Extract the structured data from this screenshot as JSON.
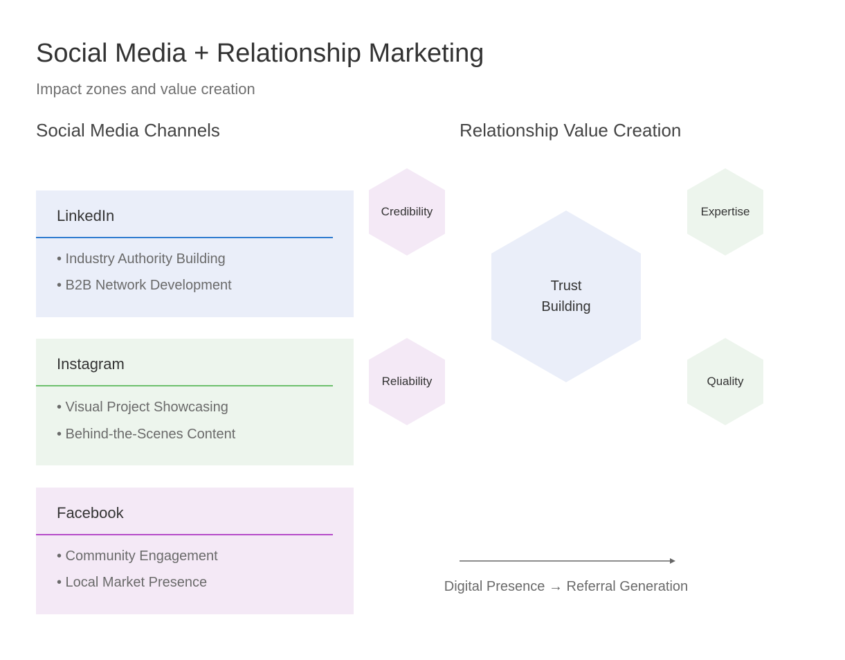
{
  "header": {
    "title": "Social Media + Relationship Marketing",
    "subtitle": "Impact zones and value creation"
  },
  "sections": {
    "channels_heading": "Social Media Channels",
    "value_heading": "Relationship Value Creation"
  },
  "channels": [
    {
      "name": "LinkedIn",
      "bullets": [
        "• Industry Authority Building",
        "• B2B Network Development"
      ],
      "background": "#eaeef9",
      "accent": "#2f7bd0"
    },
    {
      "name": "Instagram",
      "bullets": [
        "• Visual Project Showcasing",
        "• Behind-the-Scenes Content"
      ],
      "background": "#edf5ed",
      "accent": "#6cbf6c"
    },
    {
      "name": "Facebook",
      "bullets": [
        "• Community Engagement",
        "• Local Market Presence"
      ],
      "background": "#f4e9f6",
      "accent": "#b54ac8"
    }
  ],
  "value_nodes": {
    "center": {
      "label": "Trust\nBuilding",
      "color": "#eaeef9"
    },
    "credibility": {
      "label": "Credibility",
      "color": "#f4e9f6"
    },
    "reliability": {
      "label": "Reliability",
      "color": "#f4e9f6"
    },
    "expertise": {
      "label": "Expertise",
      "color": "#edf5ed"
    },
    "quality": {
      "label": "Quality",
      "color": "#edf5ed"
    }
  },
  "flow": {
    "caption": "Digital Presence → Referral Generation",
    "arrow_color": "#666666"
  }
}
